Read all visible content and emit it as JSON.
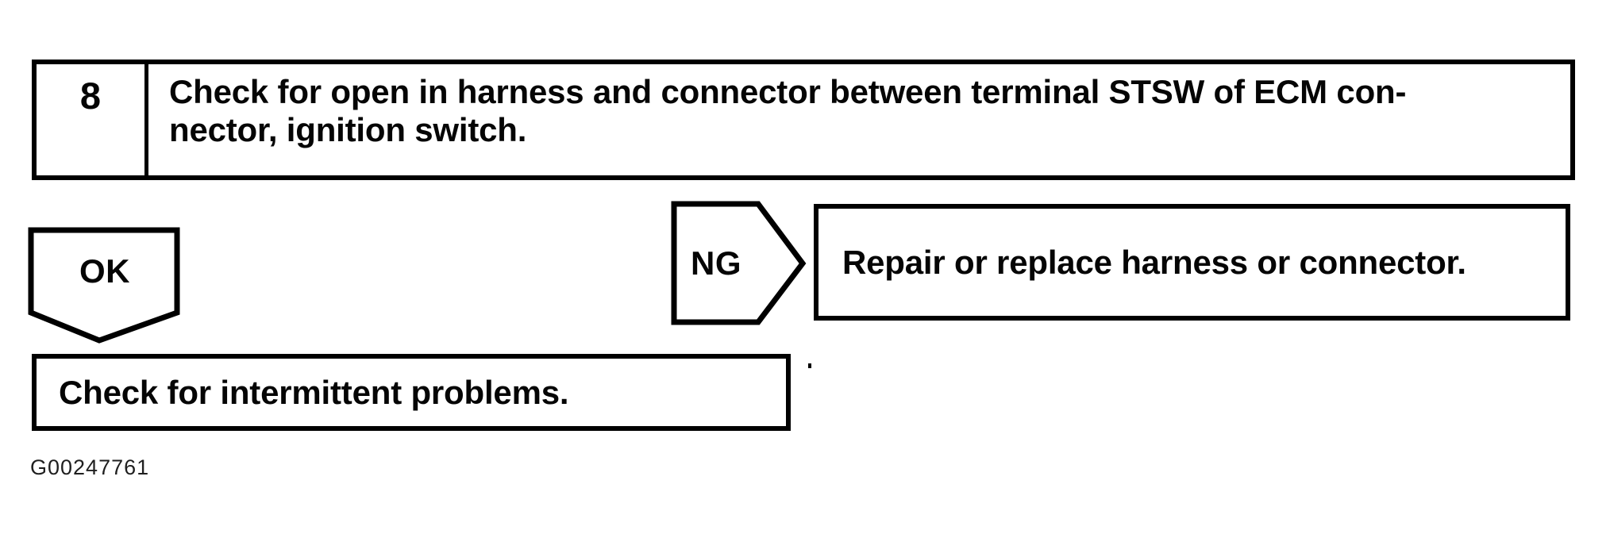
{
  "diagram": {
    "background_color": "#ffffff",
    "line_color": "#000000",
    "step": {
      "number": "8",
      "instruction_lines": [
        "Check for open in harness and connector between terminal STSW of ECM con-",
        "nector, ignition switch."
      ]
    },
    "ok_connector": {
      "label": "OK"
    },
    "ng_connector": {
      "label": "NG"
    },
    "ng_result": {
      "text": "Repair or replace harness or connector."
    },
    "ok_result": {
      "text": "Check for intermittent problems."
    },
    "figure_id": "G00247761"
  }
}
